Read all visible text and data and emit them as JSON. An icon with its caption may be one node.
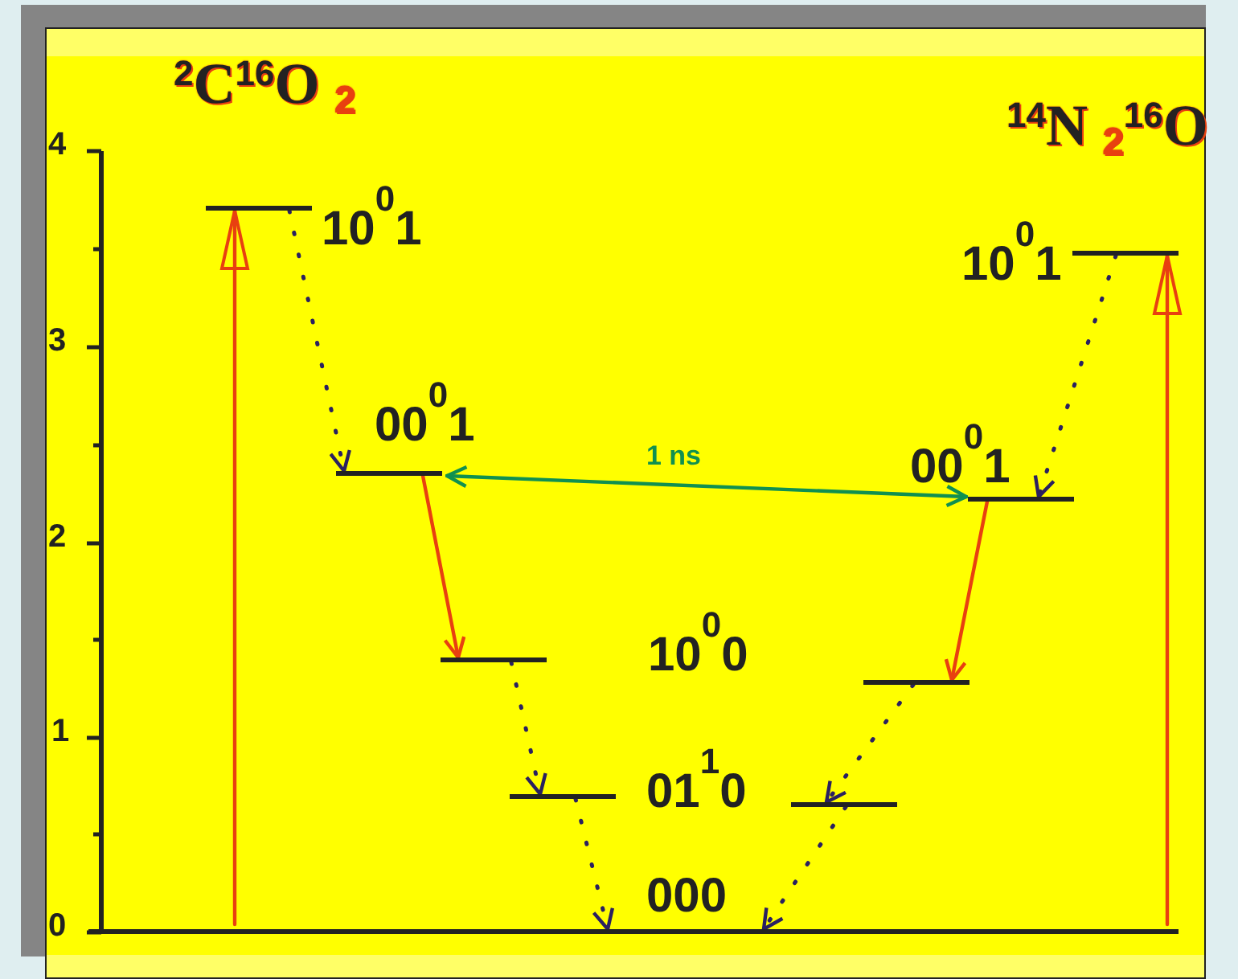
{
  "diagram": {
    "nodes": [
      {
        "text": [],
        "shape": "bar",
        "beside": [
          "10$^{0}$1"
        ]
      },
      {
        "text": [],
        "shape": "bar",
        "beside": [
          "00$^{0}$1"
        ]
      },
      {
        "text": [],
        "shape": "bar"
      },
      {
        "text": [],
        "shape": "bar"
      },
      {
        "text": [],
        "shape": "bar",
        "beside": [
          "10$^{0}$1"
        ]
      },
      {
        "text": [],
        "shape": "bar",
        "beside": [
          "00$^{0}$1"
        ]
      },
      {
        "text": [],
        "shape": "bar"
      },
      {
        "text": [],
        "shape": "bar"
      },
      {
        "text": [],
        "shape": "bar"
      }
    ],
    "edges": [
      {
        "from": 8,
        "to": 0,
        "arrow": "to",
        "color": "#e84010"
      },
      {
        "from": 0,
        "to": 1,
        "arrow": "to",
        "style": "dashed",
        "color": "#2a2060"
      },
      {
        "from": 1,
        "to": 2,
        "arrow": "to",
        "color": "#e84010"
      },
      {
        "from": 2,
        "to": 3,
        "arrow": "to",
        "style": "dashed",
        "color": "#2a2060"
      },
      {
        "from": 3,
        "to": 8,
        "arrow": "to",
        "style": "dashed",
        "color": "#2a2060"
      },
      {
        "from": 1,
        "to": 5,
        "arrow": "both",
        "label": "1 ns",
        "color": "#109050"
      },
      {
        "from": 8,
        "to": 4,
        "arrow": "to",
        "color": "#e84010"
      },
      {
        "from": 4,
        "to": 5,
        "arrow": "to",
        "style": "dashed",
        "color": "#2a2060"
      },
      {
        "from": 5,
        "to": 6,
        "arrow": "to",
        "color": "#e84010"
      },
      {
        "from": 6,
        "to": 7,
        "arrow": "to",
        "style": "dashed",
        "color": "#2a2060"
      },
      {
        "from": 7,
        "to": 8,
        "arrow": "to",
        "style": "dashed",
        "color": "#2a2060"
      }
    ],
    "labels": [
      "$^{2}$C$^{16}$O $_{2}$",
      "$^{14}$N $_{2}$$^{16}$O",
      "4",
      "3",
      "2",
      "1",
      "10$^{0}$0",
      "01$^{1}$0",
      "0",
      "000"
    ]
  }
}
